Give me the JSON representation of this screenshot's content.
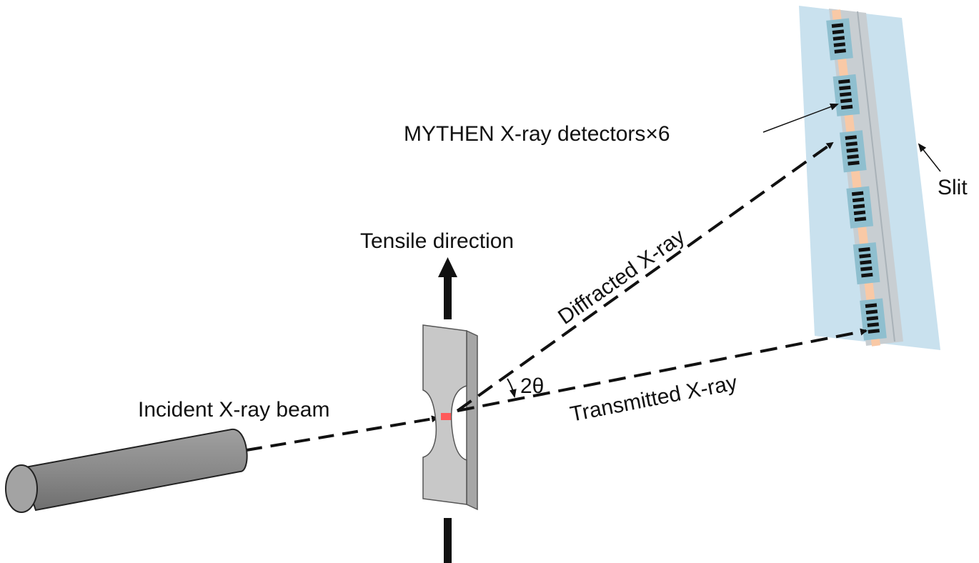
{
  "labels": {
    "detectors": "MYTHEN X-ray detectors×6",
    "slit": "Slit",
    "tensile": "Tensile direction",
    "diffracted": "Diffracted X-ray",
    "transmitted": "Transmitted X-ray",
    "incident": "Incident X-ray beam",
    "angle": "2θ"
  },
  "detector_count": 6,
  "colors": {
    "slit_panel": "#c9e1ee",
    "slit_strip": "#c8ced2",
    "slit_strip_edge": "#a9b2b8",
    "detector_line": "#f9c9a6",
    "detector_module": "#8fbfcf",
    "detector_chip": "#111111",
    "specimen_face": "#c8c8c8",
    "specimen_side": "#a6a6a6",
    "specimen_edge": "#555555",
    "beam_spot": "#ff5a5a",
    "source_body": "#8a8a8a",
    "source_end": "#a3a3a3",
    "beam_dash": "#111111",
    "tensile_arrow": "#111111"
  }
}
